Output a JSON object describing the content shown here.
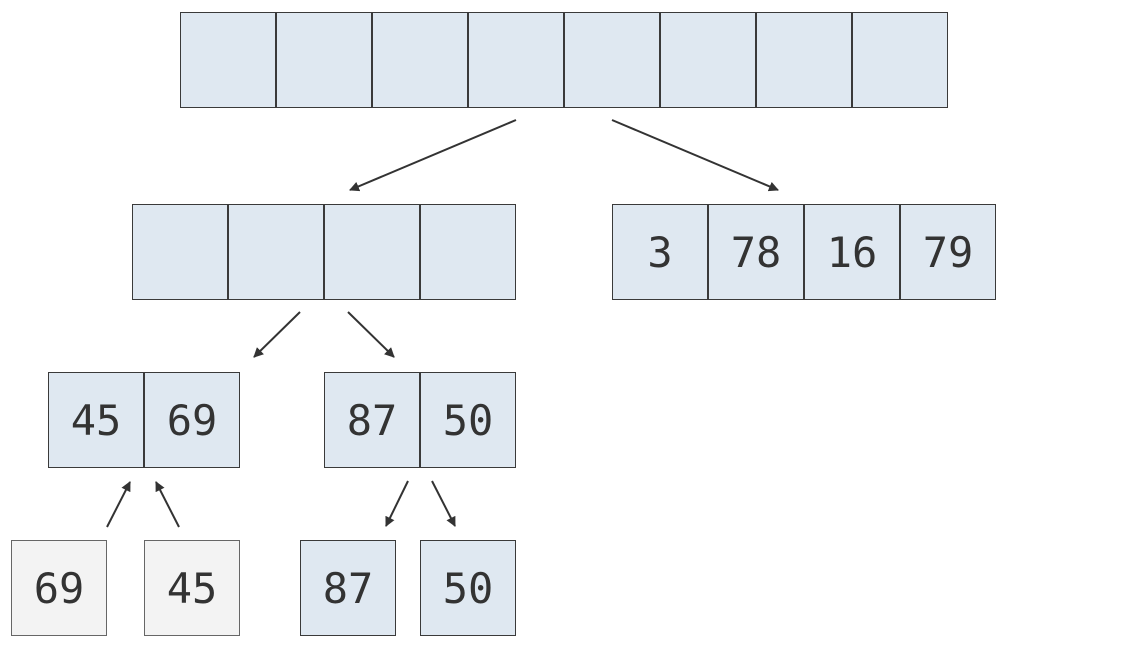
{
  "palette": {
    "array_fill": "#dfe8f1",
    "unsorted_fill": "#f3f3f3",
    "stroke": "#3a3a3a",
    "text": "#333333"
  },
  "root_array": {
    "cells": [
      "",
      "",
      "",
      "",
      "",
      "",
      "",
      ""
    ]
  },
  "left_half": {
    "cells": [
      "",
      "",
      "",
      ""
    ]
  },
  "right_half": {
    "cells": [
      "3",
      "78",
      "16",
      "79"
    ]
  },
  "merged_pairs": [
    {
      "cells": [
        "45",
        "69"
      ]
    },
    {
      "cells": [
        "87",
        "50"
      ]
    }
  ],
  "single_elements": [
    {
      "value": "69"
    },
    {
      "value": "45"
    },
    {
      "value": "87"
    },
    {
      "value": "50"
    }
  ]
}
